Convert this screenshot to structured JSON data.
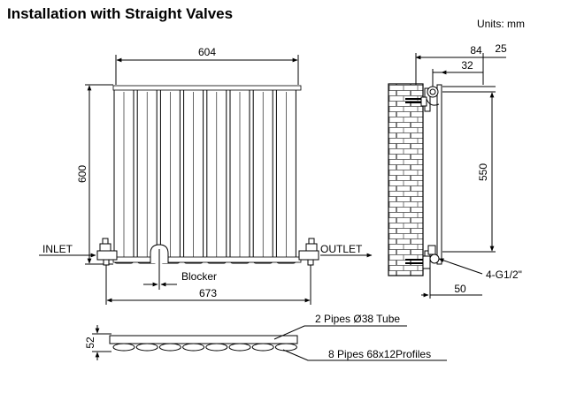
{
  "title": "Installation with Straight Valves",
  "units": "Units: mm",
  "front_view": {
    "width_dim": "604",
    "height_dim": "600",
    "inlet_label": "INLET",
    "outlet_label": "OUTLET",
    "blocker_label": "Blocker",
    "valve_span_dim": "673"
  },
  "side_view": {
    "depth_dim": "84",
    "offset_dim": "25",
    "wall_dim": "32",
    "center_dim": "550",
    "connection_label": "4-G1/2\"",
    "valve_dim": "50"
  },
  "top_view": {
    "depth_dim": "52",
    "tube_label": "2 Pipes Ø38 Tube",
    "profiles_label": "8 Pipes 68x12Profiles"
  },
  "colors": {
    "line": "#000000",
    "background": "#ffffff"
  }
}
